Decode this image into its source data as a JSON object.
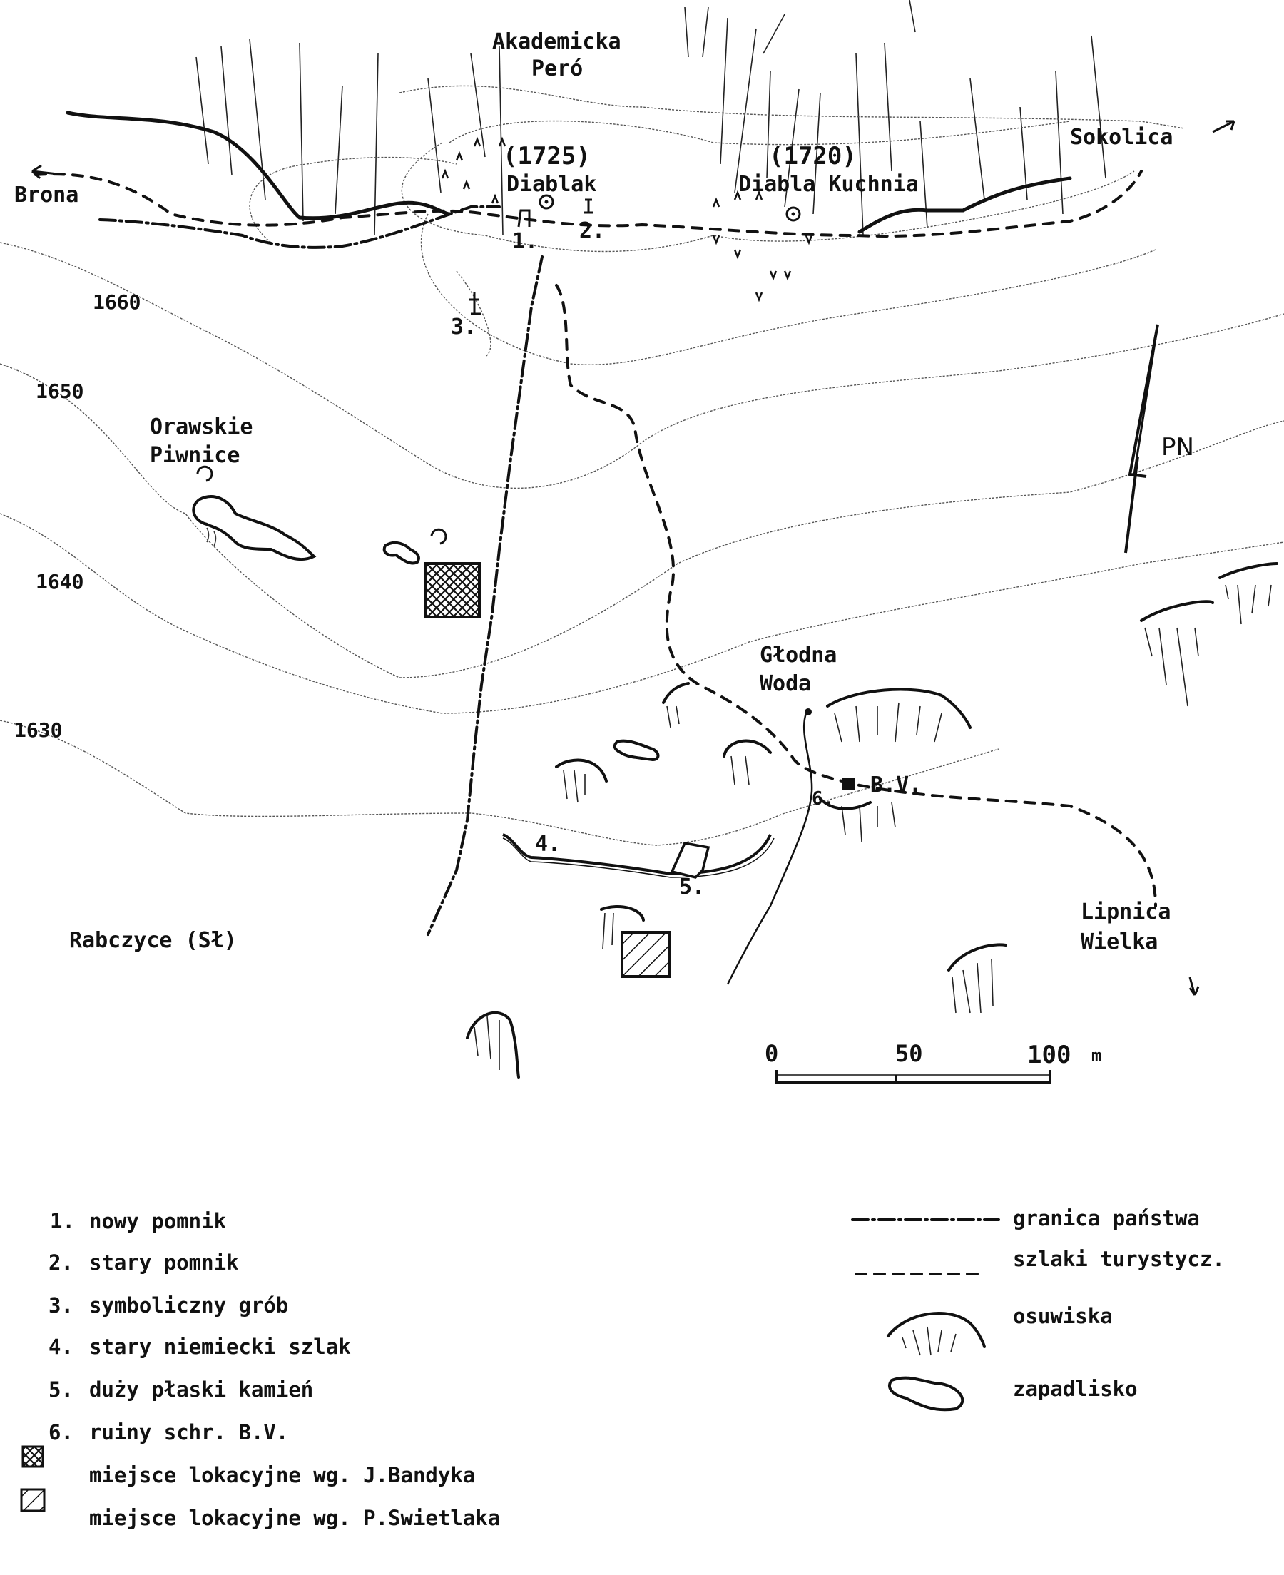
{
  "map": {
    "peaks": [
      {
        "elevation": "(1725)",
        "name": "Diablak"
      },
      {
        "elevation": "(1720)",
        "name": "Diabla Kuchnia"
      }
    ],
    "place_labels": {
      "akademicka_line1": "Akademicka",
      "akademicka_line2": "Peró",
      "sokolica": "Sokolica",
      "brona": "Brona",
      "orawskie_line1": "Orawskie",
      "orawskie_line2": "Piwnice",
      "glodna_line1": "Głodna",
      "glodna_line2": "Woda",
      "bv": "B.V.",
      "rabczyce": "Rabczyce (Sł)",
      "lipnica_line1": "Lipnica",
      "lipnica_line2": "Wielka"
    },
    "contour_labels": [
      "1660",
      "1650",
      "1640",
      "1630"
    ],
    "point_markers": [
      "1.",
      "2.",
      "3.",
      "4.",
      "5.",
      "6."
    ],
    "north_arrow": "PN",
    "scale_bar": {
      "ticks": [
        "0",
        "50",
        "100"
      ],
      "unit": "m"
    }
  },
  "legend_left": [
    {
      "key": "1.",
      "text": "nowy pomnik"
    },
    {
      "key": "2.",
      "text": "stary pomnik"
    },
    {
      "key": "3.",
      "text": "symboliczny grób"
    },
    {
      "key": "4.",
      "text": "stary niemiecki szlak"
    },
    {
      "key": "5.",
      "text": "duży płaski kamień"
    },
    {
      "key": "6.",
      "text": "ruiny schr. B.V."
    },
    {
      "key": "crosshatch",
      "text": "miejsce lokacyjne wg. J.Bandyka"
    },
    {
      "key": "hatch",
      "text": "miejsce lokacyjne wg. P.Swietlaka"
    }
  ],
  "legend_right": [
    {
      "symbol": "border",
      "text": "granica państwa"
    },
    {
      "symbol": "trail",
      "text": "szlaki turystycz."
    },
    {
      "symbol": "landslide",
      "text": "osuwiska"
    },
    {
      "symbol": "sinkhole",
      "text": "zapadlisko"
    }
  ]
}
